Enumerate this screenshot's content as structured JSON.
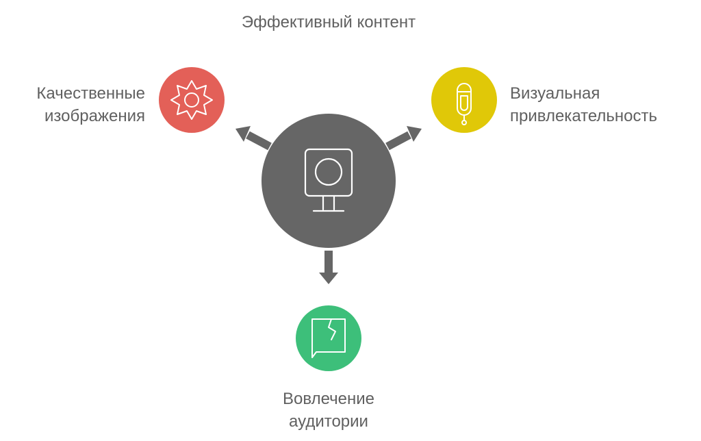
{
  "title": "Эффективный контент",
  "nodes": {
    "center": {
      "icon": "webcam-icon",
      "color": "#666666"
    },
    "left": {
      "icon": "gear-icon",
      "color": "#E36058",
      "label_line1": "Качественные",
      "label_line2": "изображения"
    },
    "right": {
      "icon": "microphone-icon",
      "color": "#E0C808",
      "label_line1": "Визуальная",
      "label_line2": "привлекательность"
    },
    "bottom": {
      "icon": "broken-screen-icon",
      "color": "#3DBF7A",
      "label_line1": "Вовлечение",
      "label_line2": "аудитории"
    }
  },
  "arrow_color": "#666666"
}
